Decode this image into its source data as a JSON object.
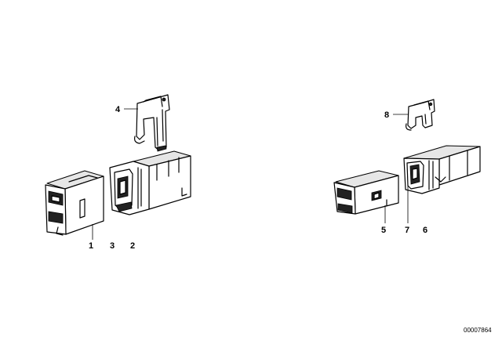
{
  "callouts": [
    {
      "id": "1",
      "label": "1"
    },
    {
      "id": "2",
      "label": "2"
    },
    {
      "id": "3",
      "label": "3"
    },
    {
      "id": "4",
      "label": "4"
    },
    {
      "id": "5",
      "label": "5"
    },
    {
      "id": "6",
      "label": "6"
    },
    {
      "id": "7",
      "label": "7"
    },
    {
      "id": "8",
      "label": "8"
    }
  ],
  "reference_number": "00007864"
}
